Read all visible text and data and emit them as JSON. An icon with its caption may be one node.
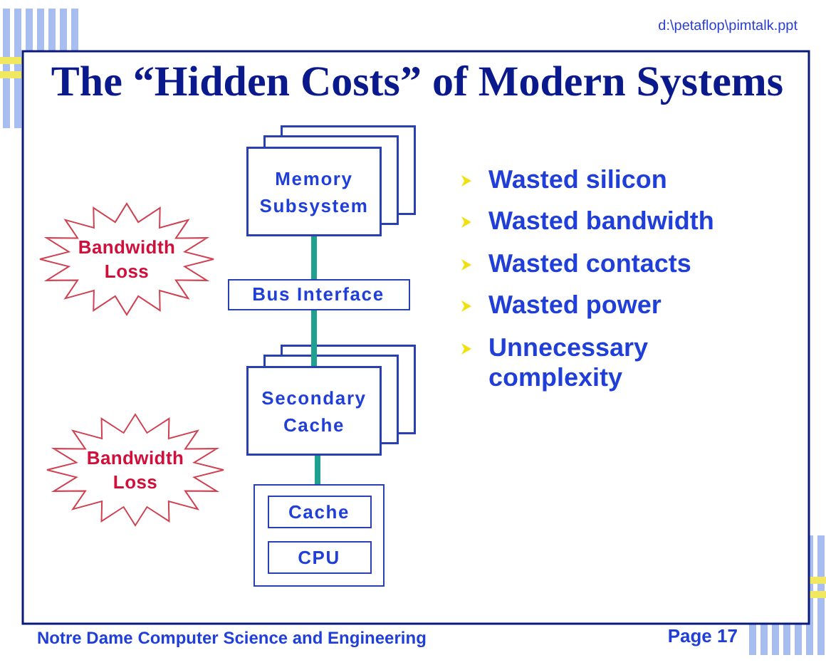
{
  "diagram": {
    "title": "The “Hidden Costs” of Modern Systems",
    "nodes": [
      {
        "text": [
          "Memory Subsystem"
        ]
      },
      {
        "text": [
          "Bandwidth Loss"
        ]
      },
      {
        "text": [
          "Bus Interface"
        ]
      },
      {
        "text": [
          "Secondary Cache"
        ]
      },
      {
        "text": [
          "Bandwidth Loss"
        ]
      },
      {
        "text": [],
        "shape": "box"
      },
      {
        "text": [
          "Cache"
        ],
        "in": 5
      },
      {
        "text": [
          "CPU"
        ],
        "in": 5
      }
    ],
    "edges": [
      {
        "from": 0,
        "to": 2,
        "arrow": "none"
      },
      {
        "from": 2,
        "to": 3,
        "arrow": "none"
      },
      {
        "from": 3,
        "to": 5,
        "arrow": "none"
      }
    ],
    "labels": [
      "d:\\petaflop\\pimtalk.ppt",
      "Wasted silicon",
      "Wasted bandwidth",
      "Wasted contacts",
      "Wasted power",
      "Unnecessary complexity",
      "Notre Dame Computer Science and Engineering",
      "Page 17"
    ]
  }
}
